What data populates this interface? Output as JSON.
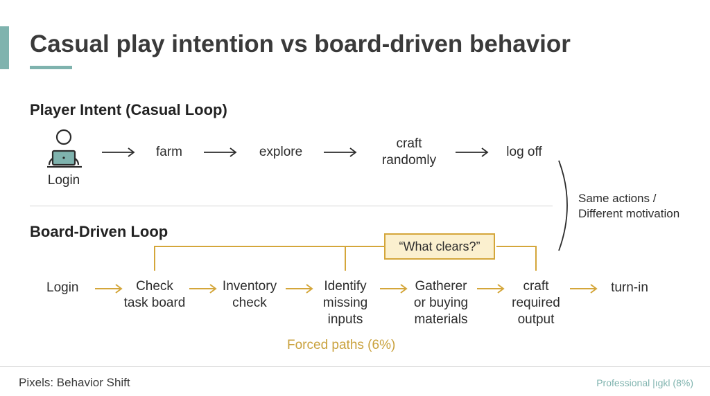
{
  "slide": {
    "title": "Casual play intention vs board-driven behavior",
    "footer_left": "Pixels: Behavior Shift",
    "footer_right": "Professional |ıgkl (8%)"
  },
  "casual_loop": {
    "heading": "Player Intent (Casual Loop)",
    "icon": "user-laptop-icon",
    "nodes": [
      {
        "text": "Login"
      },
      {
        "text": "farm"
      },
      {
        "text": "explore"
      },
      {
        "text": "craft\nrandomly"
      },
      {
        "text": "log off"
      }
    ]
  },
  "board_loop": {
    "heading": "Board-Driven Loop",
    "callout": "“What clears?”",
    "forced_label": "Forced paths (6%)",
    "nodes": [
      {
        "text": "Login"
      },
      {
        "text": "Check\ntask board"
      },
      {
        "text": "Inventory\ncheck"
      },
      {
        "text": "Identify\nmissing\ninputs"
      },
      {
        "text": "Gatherer\nor buying\nmaterials"
      },
      {
        "text": "craft\nrequired\noutput"
      },
      {
        "text": "turn-in"
      }
    ]
  },
  "comparison_note": "Same actions /\nDifferent motivation",
  "colors": {
    "accent_teal": "#7fb3ae",
    "gold": "#d4a63a",
    "callout_fill": "#fbf0cf"
  }
}
